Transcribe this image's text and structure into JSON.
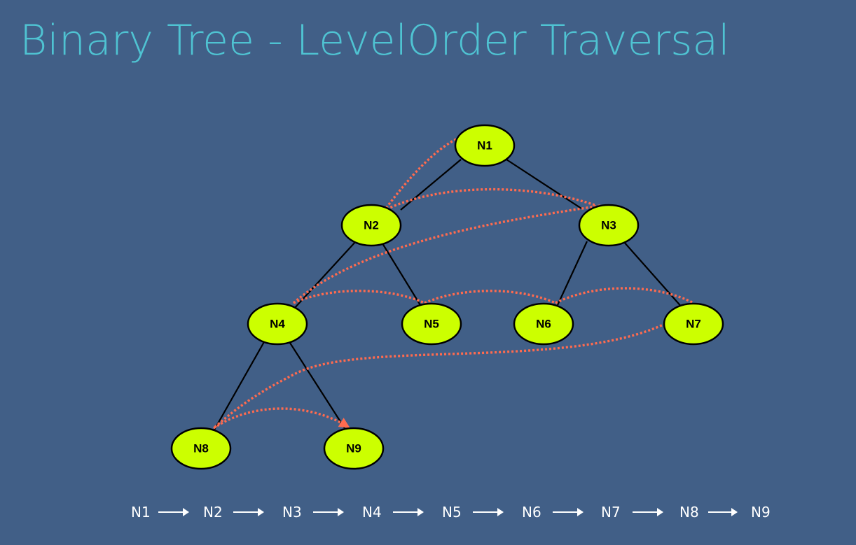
{
  "title": "Binary Tree - LevelOrder Traversal",
  "colors": {
    "background": "#415f87",
    "title": "#4fc3d2",
    "node_fill": "#ccff00",
    "traversal_path": "#ff6b4f",
    "order_text": "#ffffff"
  },
  "nodes": [
    {
      "id": "n1",
      "label": "N1"
    },
    {
      "id": "n2",
      "label": "N2"
    },
    {
      "id": "n3",
      "label": "N3"
    },
    {
      "id": "n4",
      "label": "N4"
    },
    {
      "id": "n5",
      "label": "N5"
    },
    {
      "id": "n6",
      "label": "N6"
    },
    {
      "id": "n7",
      "label": "N7"
    },
    {
      "id": "n8",
      "label": "N8"
    },
    {
      "id": "n9",
      "label": "N9"
    }
  ],
  "edges": [
    {
      "from": "N1",
      "to": "N2"
    },
    {
      "from": "N1",
      "to": "N3"
    },
    {
      "from": "N2",
      "to": "N4"
    },
    {
      "from": "N2",
      "to": "N5"
    },
    {
      "from": "N3",
      "to": "N6"
    },
    {
      "from": "N3",
      "to": "N7"
    },
    {
      "from": "N4",
      "to": "N8"
    },
    {
      "from": "N4",
      "to": "N9"
    }
  ],
  "traversal_order": [
    "N1",
    "N2",
    "N3",
    "N4",
    "N5",
    "N6",
    "N7",
    "N8",
    "N9"
  ]
}
